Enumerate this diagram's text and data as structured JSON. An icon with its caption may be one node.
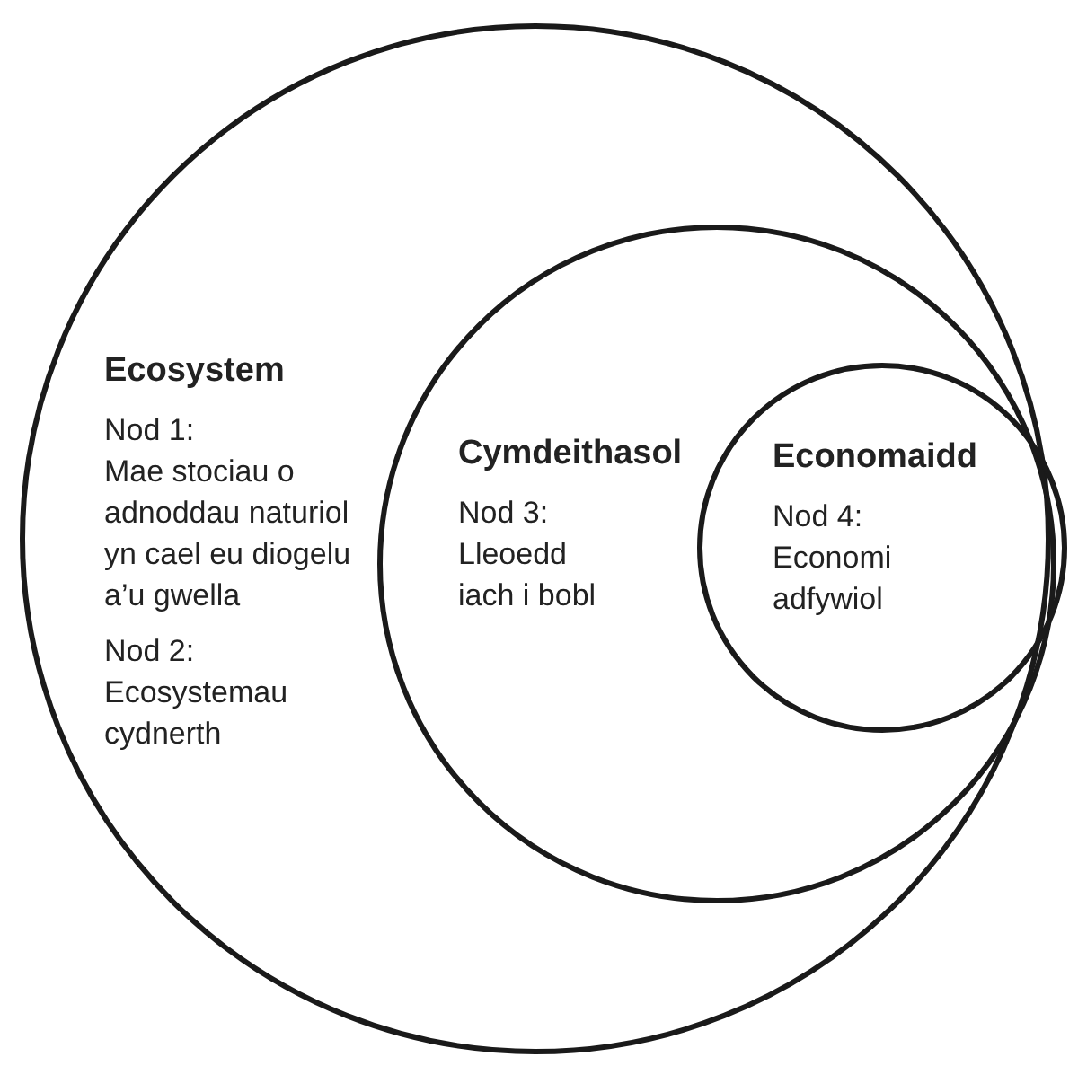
{
  "diagram": {
    "nodes": [
      {
        "text": [
          "Ecosystem",
          "Nod 1:",
          "Mae stociau o adnoddau naturiol yn cael eu diogelu a’u gwella",
          "Nod 2:",
          "Ecosystemau cydnerth"
        ]
      },
      {
        "text": [
          "Cymdeithasol",
          "Nod 3:",
          "Lleoedd iach i bobl"
        ],
        "in": 0
      },
      {
        "text": [
          "Economaidd",
          "Nod 4:",
          "Economi adfywiol"
        ],
        "in": 1
      }
    ]
  }
}
